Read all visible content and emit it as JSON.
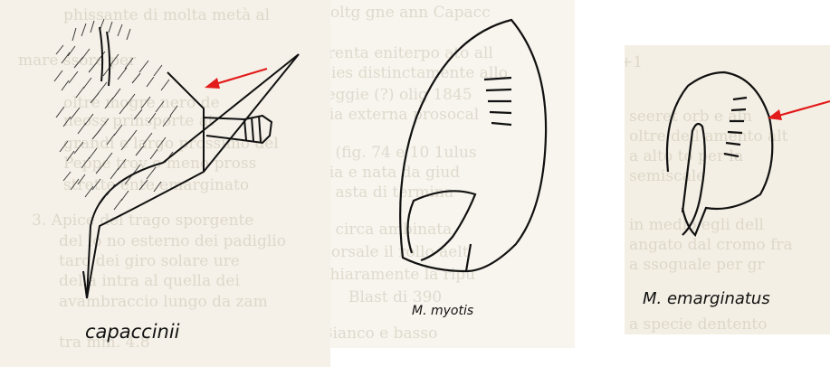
{
  "panels": [
    {
      "caption": "capaccinii"
    },
    {
      "caption": "M. myotis"
    },
    {
      "caption": "M. emarginatus"
    }
  ],
  "colors": {
    "arrow": "#e21b1b",
    "ink": "#111111",
    "paper": "#f5f1e8"
  }
}
